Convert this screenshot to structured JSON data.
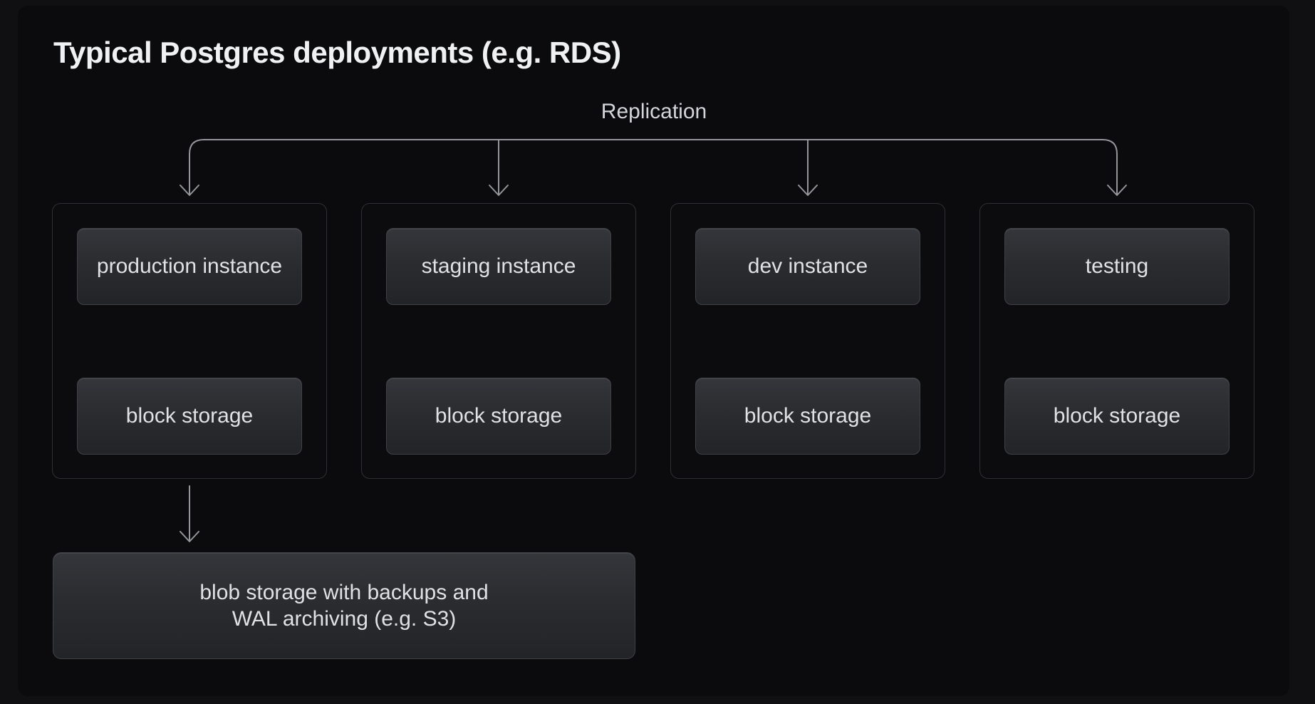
{
  "title": "Typical Postgres deployments (e.g. RDS)",
  "replication": {
    "label": "Replication"
  },
  "columns": [
    {
      "instance": "production instance",
      "storage": "block storage"
    },
    {
      "instance": "staging instance",
      "storage": "block storage"
    },
    {
      "instance": "dev instance",
      "storage": "block storage"
    },
    {
      "instance": "testing",
      "storage": "block storage"
    }
  ],
  "blob_storage": {
    "line1": "blob storage with backups and",
    "line2": "WAL archiving (e.g. S3)"
  },
  "colors": {
    "outer_background": "#101013",
    "canvas": "#0b0b0d",
    "node_gradient_top": "#34363b",
    "node_gradient_bottom": "#222428",
    "node_border": "#3f4146",
    "container_border": "#2e3034",
    "connector": "#94969a",
    "node_text": "#dfe1e5",
    "label_text": "#d3d5d9",
    "title_text": "#eff1f3"
  }
}
